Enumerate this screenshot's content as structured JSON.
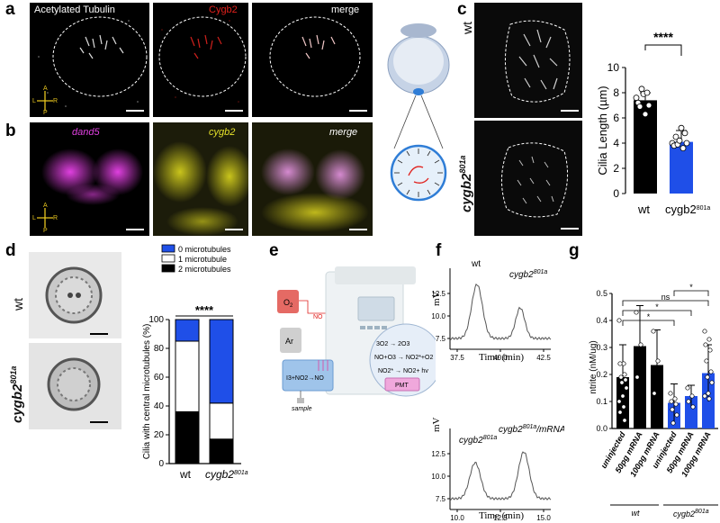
{
  "panels": {
    "a": "a",
    "b": "b",
    "c": "c",
    "d": "d",
    "e": "e",
    "f": "f",
    "g": "g"
  },
  "colors": {
    "black": "#000000",
    "blue": "#1f4fe8",
    "red": "#e0201c",
    "magenta": "#e040e0",
    "yellow": "#e6e22a",
    "schematic_blue": "#bcd6f2"
  },
  "panel_a": {
    "labels": [
      "Acetylated Tubulin",
      "Cygb2",
      "merge"
    ],
    "axis": {
      "A": "A",
      "P": "P",
      "L": "L",
      "R": "R"
    }
  },
  "panel_b": {
    "labels": [
      "dand5",
      "cygb2",
      "merge"
    ],
    "axis": {
      "A": "A",
      "P": "P",
      "L": "L",
      "R": "R"
    }
  },
  "panel_c": {
    "image_labels": {
      "wt": "wt",
      "mut_base": "cygb2",
      "mut_sup": "801a"
    },
    "sig": "****",
    "chart_data": {
      "type": "bar",
      "categories": [
        "wt",
        "cygb2801a"
      ],
      "category_labels": [
        {
          "base": "wt",
          "sup": ""
        },
        {
          "base": "cygb2",
          "sup": "801a"
        }
      ],
      "values": [
        7.4,
        4.1
      ],
      "errors": [
        0.6,
        0.9
      ],
      "points": [
        [
          7.6,
          7.2,
          6.9,
          8.3,
          7.9,
          6.3,
          8.0,
          7.0
        ],
        [
          4.0,
          3.8,
          4.5,
          3.9,
          4.2,
          5.2,
          3.6,
          4.8,
          4.0
        ]
      ],
      "ylabel": "Cilia Length (µm)",
      "ylim": [
        0,
        10
      ],
      "yticks": [
        0,
        2,
        4,
        6,
        8,
        10
      ],
      "colors": [
        "#000000",
        "#1f4fe8"
      ]
    }
  },
  "panel_d": {
    "image_labels": {
      "wt": "wt",
      "mut_base": "cygb2",
      "mut_sup": "801a"
    },
    "sig": "****",
    "chart_data": {
      "type": "bar",
      "stacked": true,
      "categories": [
        "wt",
        "cygb2801a"
      ],
      "category_labels": [
        {
          "base": "wt",
          "sup": ""
        },
        {
          "base": "cygb2",
          "sup": "801a"
        }
      ],
      "series": [
        {
          "name": "2 microtubules",
          "values": [
            36,
            17
          ],
          "color": "#000000"
        },
        {
          "name": "1 microtubule",
          "values": [
            49,
            25
          ],
          "color": "#ffffff"
        },
        {
          "name": "0 microtubules",
          "values": [
            15,
            58
          ],
          "color": "#1f4fe8"
        }
      ],
      "legend_order": [
        "0 microtubules",
        "1 microtubule",
        "2 microtubules"
      ],
      "ylabel": "Cilia with central microtubules (%)",
      "ylim": [
        0,
        100
      ],
      "yticks": [
        0,
        20,
        40,
        60,
        80,
        100
      ]
    }
  },
  "panel_e": {
    "o2": "O",
    "o2_sub": "2",
    "ar": "Ar",
    "no": "NO",
    "sample": "sample",
    "vessel_formula": "I3+NO2→NO",
    "reaction1": "3O2 → 2O3",
    "reaction2": "NO+O3 → NO2*+O2",
    "reaction3": "NO2* → NO2+ hv",
    "pmt": "PMT"
  },
  "panel_f": {
    "top": {
      "ylabel": "mV",
      "xlabel": "Time (min)",
      "xticks": [
        "37.5",
        "40.0",
        "42.5"
      ],
      "yticks": [
        "7.5",
        "10.0",
        "12.5"
      ],
      "peak1": "wt",
      "peak2_base": "cygb2",
      "peak2_sup": "801a"
    },
    "bottom": {
      "ylabel": "mV",
      "xlabel": "Time (min)",
      "xticks": [
        "10.0",
        "12.5",
        "15.0"
      ],
      "yticks": [
        "7.5",
        "10.0",
        "12.5"
      ],
      "peak1_base": "cygb2",
      "peak1_sup": "801a",
      "peak2_base": "cygb2",
      "peak2_sup": "801a",
      "peak2_suffix": "/mRNA"
    }
  },
  "panel_g": {
    "sig_labels": [
      "*",
      "*",
      "ns",
      "*"
    ],
    "group_wt": "wt",
    "group_mut_base": "cygb2",
    "group_mut_sup": "801a",
    "chart_data": {
      "type": "bar",
      "categories": [
        "uninjected",
        "50pg mRNA",
        "100pg mRNA",
        "uninjected",
        "50pg mRNA",
        "100pg mRNA"
      ],
      "values": [
        0.19,
        0.305,
        0.235,
        0.095,
        0.12,
        0.205
      ],
      "errors": [
        0.12,
        0.15,
        0.13,
        0.07,
        0.04,
        0.105
      ],
      "points": [
        [
          0.4,
          0.24,
          0.24,
          0.2,
          0.19,
          0.18,
          0.17,
          0.15,
          0.12,
          0.1,
          0.08,
          0.06,
          0.03
        ],
        [
          0.43,
          0.31,
          0.19
        ],
        [
          0.36,
          0.25,
          0.13
        ],
        [
          0.13,
          0.11,
          0.1,
          0.09,
          0.07,
          0.05,
          0.02
        ],
        [
          0.15,
          0.12,
          0.1,
          0.08
        ],
        [
          0.36,
          0.33,
          0.31,
          0.29,
          0.25,
          0.21,
          0.19,
          0.17,
          0.13,
          0.12,
          0.11
        ]
      ],
      "colors": [
        "#000000",
        "#000000",
        "#000000",
        "#1f4fe8",
        "#1f4fe8",
        "#1f4fe8"
      ],
      "ylabel": "ntrite (nM/ug)",
      "ylim": [
        0,
        0.5
      ],
      "yticks": [
        "0.0",
        "0.1",
        "0.2",
        "0.3",
        "0.4",
        "0.5"
      ]
    }
  }
}
